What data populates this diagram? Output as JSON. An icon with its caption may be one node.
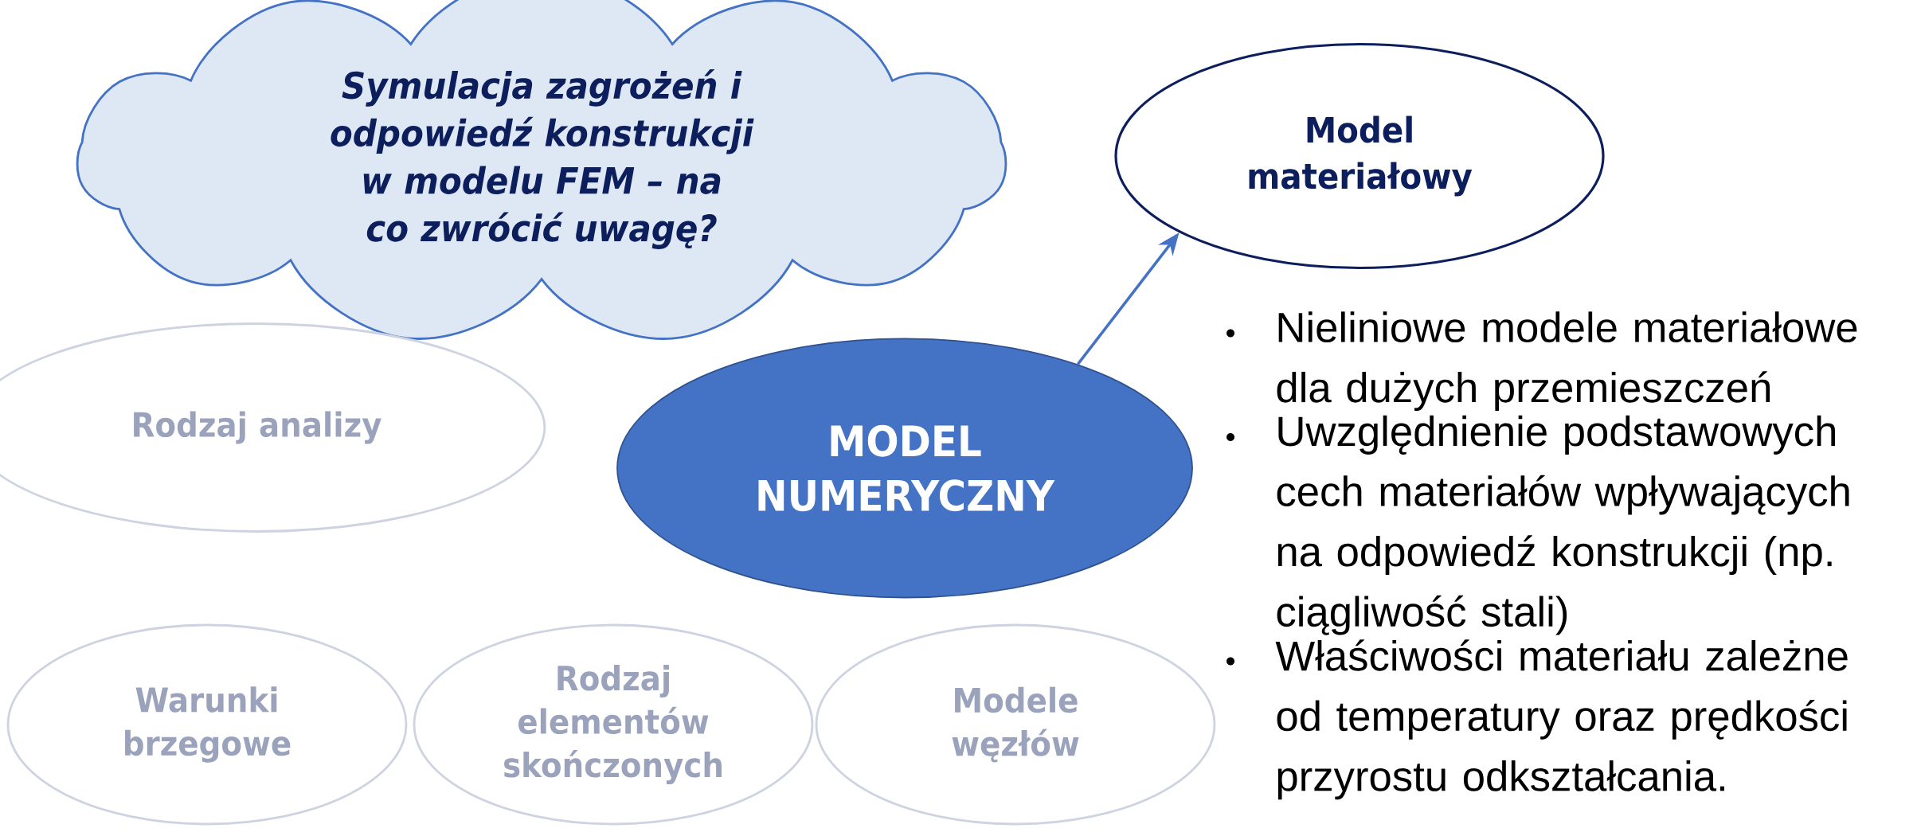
{
  "diagram": {
    "nodes": [
      {
        "text": [
          "Symulacja zagrożeń i odpowiedź konstrukcji w modelu FEM – na co zwrócić uwagę?"
        ]
      },
      {
        "text": [
          "MODEL NUMERYCZNY"
        ]
      },
      {
        "text": [
          "Model materiałowy"
        ]
      },
      {
        "text": [
          "Rodzaj analizy"
        ]
      },
      {
        "text": [
          "Rodzaj elementów skończonych"
        ]
      },
      {
        "text": [
          "Warunki brzegowe"
        ]
      },
      {
        "text": [
          "Modele węzłów"
        ]
      }
    ],
    "edges": [
      {
        "from": 1,
        "to": 2,
        "arrow": "to"
      }
    ],
    "labels": [
      "Nieliniowe modele materiałowe dla dużych przemieszczeń",
      "Uwzględnienie podstawowych cech materiałów wpływających na odpowiedź konstrukcji (np. ciągliwość stali)",
      "Właściwości materiału zależne od temperatury oraz prędkości przyrostu odkształcania."
    ]
  }
}
